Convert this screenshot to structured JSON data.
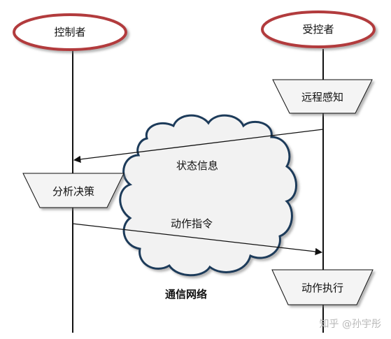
{
  "nodes": {
    "controller": "控制者",
    "controlled": "受控者",
    "remote_sensing": "远程感知",
    "analysis_decision": "分析决策",
    "action_execution": "动作执行"
  },
  "messages": {
    "status_info": "状态信息",
    "action_command": "动作指令"
  },
  "network": {
    "label": "通信网络"
  },
  "watermark": "知乎 @孙宇彤",
  "colors": {
    "ellipse_stroke": "#b23a3c",
    "cloud_stroke": "#1e3a5a",
    "cloud_fill": "#f2f2f2",
    "trapezoid_fill": "#f4f4f4"
  }
}
